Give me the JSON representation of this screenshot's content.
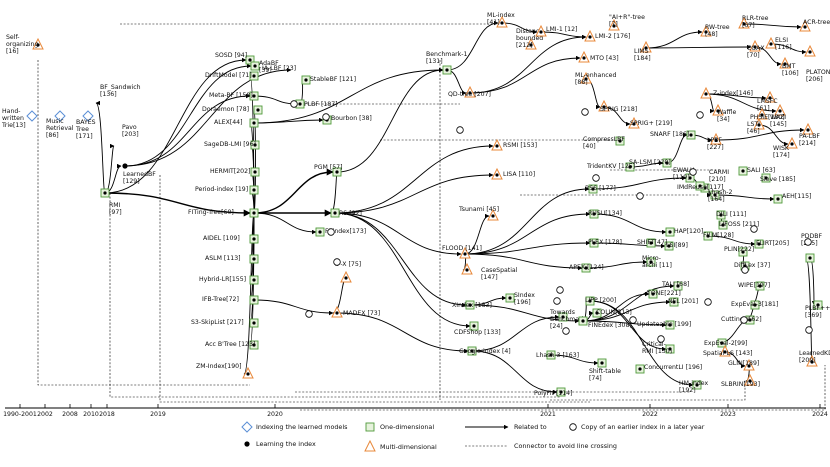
{
  "nodes": [
    {
      "id": "self",
      "label": "Self-\norganizing\n[16]",
      "kind": "multi"
    },
    {
      "id": "hw",
      "label": "Hand-\nwritten\nTrie[13]",
      "kind": "diamond"
    },
    {
      "id": "music",
      "label": "Music\nRetrieval\n[86]",
      "kind": "diamond"
    },
    {
      "id": "bayes",
      "label": "BAYES\nTree\n[171]",
      "kind": "diamond"
    },
    {
      "id": "bfsand",
      "label": "BF_Sandwich\n[136]",
      "kind": "none"
    },
    {
      "id": "pavo",
      "label": "Pavo\n[203]",
      "kind": "none"
    },
    {
      "id": "rmi",
      "label": "RMI\n[97]",
      "kind": "one"
    },
    {
      "id": "learnedbf",
      "label": "LearnedBF\n[129]",
      "kind": "dot"
    },
    {
      "id": "sosd",
      "label": "SOSD [94]",
      "kind": "one"
    },
    {
      "id": "adabf",
      "label": "AdaBF\n[39]",
      "kind": "one"
    },
    {
      "id": "driftmodel",
      "label": "DriftModel [71]",
      "kind": "one"
    },
    {
      "id": "metabf",
      "label": "Meta-BF [158]",
      "kind": "one"
    },
    {
      "id": "doraemon",
      "label": "Doraemon [78]",
      "kind": "one"
    },
    {
      "id": "alex",
      "label": "ALEX[44]",
      "kind": "one"
    },
    {
      "id": "sagedb",
      "label": "SageDB-LMI [96]",
      "kind": "one"
    },
    {
      "id": "hermit",
      "label": "HERMIT[202]",
      "kind": "one"
    },
    {
      "id": "period",
      "label": "Period-index [19]",
      "kind": "one"
    },
    {
      "id": "fiting",
      "label": "FITing-Tree[60]",
      "kind": "one"
    },
    {
      "id": "aidel",
      "label": "AIDEL [109]",
      "kind": "one"
    },
    {
      "id": "aslm",
      "label": "ASLM [113]",
      "kind": "one"
    },
    {
      "id": "hybridlr",
      "label": "Hybrid-LR[155]",
      "kind": "one"
    },
    {
      "id": "ifbtree",
      "label": "IFB-Tree[72]",
      "kind": "one"
    },
    {
      "id": "s3skip",
      "label": "S3-SkipList [217]",
      "kind": "one"
    },
    {
      "id": "accb",
      "label": "Acc B'Tree [123]",
      "kind": "one"
    },
    {
      "id": "zmindex",
      "label": "ZM-Index[190]",
      "kind": "multi"
    },
    {
      "id": "iaLbf",
      "label": "IA-LBF [23]",
      "kind": "none"
    },
    {
      "id": "stablebf",
      "label": "StableBF [121]",
      "kind": "one"
    },
    {
      "id": "plbf",
      "label": "PLBF [187]",
      "kind": "one"
    },
    {
      "id": "bourbon",
      "label": "Bourbon [38]",
      "kind": "one"
    },
    {
      "id": "pgm",
      "label": "PGM [57]",
      "kind": "one"
    },
    {
      "id": "rs",
      "label": "RS [92]",
      "kind": "one"
    },
    {
      "id": "fiindex",
      "label": "FI-index[173]",
      "kind": "one"
    },
    {
      "id": "ifx",
      "label": "IF-X [75]",
      "kind": "multi"
    },
    {
      "id": "madex",
      "label": "MADEX [73]",
      "kind": "multi"
    },
    {
      "id": "bench1",
      "label": "Benchmark-1\n[131]",
      "kind": "one"
    },
    {
      "id": "mlindex",
      "label": "ML-index\n[41]",
      "kind": "multi"
    },
    {
      "id": "qdtree",
      "label": "QD-tree [207]",
      "kind": "multi"
    },
    {
      "id": "distbound",
      "label": "Distance-\nbounded\n[212]",
      "kind": "multi"
    },
    {
      "id": "lmi1",
      "label": "LMI-1 [12]",
      "kind": "multi"
    },
    {
      "id": "lmi2",
      "label": "LMI-2 [176]",
      "kind": "multi"
    },
    {
      "id": "mto",
      "label": "MTO [43]",
      "kind": "multi"
    },
    {
      "id": "rsmi",
      "label": "RSMI [153]",
      "kind": "multi"
    },
    {
      "id": "lisa",
      "label": "LISA [110]",
      "kind": "multi"
    },
    {
      "id": "tsunami",
      "label": "Tsunami [45]",
      "kind": "multi"
    },
    {
      "id": "flood",
      "label": "FLOOD [141]",
      "kind": "multi"
    },
    {
      "id": "casespatial",
      "label": "CaseSpatial\n[147]",
      "kind": "multi"
    },
    {
      "id": "xindex",
      "label": "XIndex [183]",
      "kind": "one"
    },
    {
      "id": "sindex",
      "label": "SIndex\n[196]",
      "kind": "one"
    },
    {
      "id": "cdfshop",
      "label": "CDFShop [133]",
      "kind": "one"
    },
    {
      "id": "googleidx",
      "label": "Google-index [4]",
      "kind": "one"
    },
    {
      "id": "towardsbench",
      "label": "Towards\nBenchmark\n[24]",
      "kind": "one"
    },
    {
      "id": "finedex",
      "label": "FINEdex [308]",
      "kind": "one"
    },
    {
      "id": "lhash3",
      "label": "Lhash-3 [163]",
      "kind": "one"
    },
    {
      "id": "shifttable",
      "label": "Shift-table\n[74]",
      "kind": "one"
    },
    {
      "id": "polyfit",
      "label": "PolyFit [114]",
      "kind": "one"
    },
    {
      "id": "ai4r",
      "label": "\"AI+R\"-tree\n[7]",
      "kind": "multi"
    },
    {
      "id": "lims",
      "label": "LIMS\n[184]",
      "kind": "multi"
    },
    {
      "id": "rwtree",
      "label": "RW-tree\n[48]",
      "kind": "multi"
    },
    {
      "id": "mlenh",
      "label": "ML-enhanced\n[88]",
      "kind": "multi"
    },
    {
      "id": "sprig",
      "label": "SPRIG [218]",
      "kind": "multi"
    },
    {
      "id": "sprigplus",
      "label": "SPRIG+ [219]",
      "kind": "multi"
    },
    {
      "id": "compresslbf",
      "label": "CompressLBF\n[40]",
      "kind": "one"
    },
    {
      "id": "tridentkv",
      "label": "TridentKV [125]",
      "kind": "one"
    },
    {
      "id": "salsm",
      "label": "SA-LSM [220]",
      "kind": "one"
    },
    {
      "id": "snarf",
      "label": "SNARF [186]",
      "kind": "one"
    },
    {
      "id": "rss",
      "label": "RSS [177]",
      "kind": "one"
    },
    {
      "id": "ewalu",
      "label": "EWALU\n[119]",
      "kind": "one"
    },
    {
      "id": "rusu",
      "label": "RUSU[134]",
      "kind": "one"
    },
    {
      "id": "plex",
      "label": "PLEX [178]",
      "kind": "one"
    },
    {
      "id": "apex",
      "label": "APEX [124]",
      "kind": "one"
    },
    {
      "id": "lipp",
      "label": "LIPP [200]",
      "kind": "one"
    },
    {
      "id": "colin",
      "label": "COLIN[213]",
      "kind": "one"
    },
    {
      "id": "tali",
      "label": "TALI [68]",
      "kind": "one"
    },
    {
      "id": "tonic",
      "label": "TONE[221]",
      "kind": "one"
    },
    {
      "id": "nfl",
      "label": "NFL [201]",
      "kind": "one"
    },
    {
      "id": "updateable",
      "label": "Updateable [199]",
      "kind": "one"
    },
    {
      "id": "critrmi",
      "label": "Critical-\nRMI [130]",
      "kind": "one"
    },
    {
      "id": "concurrentli",
      "label": "ConcurrentLI [196]",
      "kind": "one"
    },
    {
      "id": "hmindex",
      "label": "HM-index\n[192]",
      "kind": "one"
    },
    {
      "id": "microarchi",
      "label": "Micro-\narchi [11]",
      "kind": "one"
    },
    {
      "id": "lsi",
      "label": "LSI[89]",
      "kind": "one"
    },
    {
      "id": "shift47",
      "label": "SHIFT[47]",
      "kind": "one"
    },
    {
      "id": "hap",
      "label": "HAP[120]",
      "kind": "one"
    },
    {
      "id": "carmi",
      "label": "CARMI\n[210]",
      "kind": "one"
    },
    {
      "id": "rlrtree",
      "label": "RLR-tree\n[67]",
      "kind": "multi"
    },
    {
      "id": "coax",
      "label": "COAX\n[70]",
      "kind": "multi"
    },
    {
      "id": "elsi",
      "label": "ELSI\n[116]",
      "kind": "multi"
    },
    {
      "id": "acrtree",
      "label": "ACR-tree [78]",
      "kind": "multi"
    },
    {
      "id": "bmt",
      "label": "BMT\n[106]",
      "kind": "multi"
    },
    {
      "id": "platon",
      "label": "PLATON\n[206]",
      "kind": "multi"
    },
    {
      "id": "zindex",
      "label": "Z-index[146]",
      "kind": "multi"
    },
    {
      "id": "waffle",
      "label": "Waffle\n[34]",
      "kind": "multi"
    },
    {
      "id": "lmsfc",
      "label": "LMSFC\n[61]",
      "kind": "multi"
    },
    {
      "id": "wazi",
      "label": "WAZI\n[145]",
      "kind": "multi"
    },
    {
      "id": "phsie",
      "label": "PHSIE[180]",
      "kind": "multi"
    },
    {
      "id": "lsti",
      "label": "LSTI\n[46]",
      "kind": "multi"
    },
    {
      "id": "palbf",
      "label": "PA-LBF\n[214]",
      "kind": "multi"
    },
    {
      "id": "wisk",
      "label": "WISK\n[174]",
      "kind": "multi"
    },
    {
      "id": "lpbf",
      "label": "LPBF\n[227]",
      "kind": "multi"
    },
    {
      "id": "sali",
      "label": "SALI [63]",
      "kind": "one"
    },
    {
      "id": "sieve",
      "label": "Sieve [185]",
      "kind": "one"
    },
    {
      "id": "imdreuse",
      "label": "IMdReuse[117]",
      "kind": "one"
    },
    {
      "id": "lhash2",
      "label": "Lhash-2\n[164]",
      "kind": "one"
    },
    {
      "id": "aeh",
      "label": "AEH[115]",
      "kind": "one"
    },
    {
      "id": "dili",
      "label": "DILI [111]",
      "kind": "one"
    },
    {
      "id": "lifoss",
      "label": "LIFOSS [211]",
      "kind": "one"
    },
    {
      "id": "film",
      "label": "FILM[128]",
      "kind": "one"
    },
    {
      "id": "flirt",
      "label": "FLIRT[205]",
      "kind": "one"
    },
    {
      "id": "pllin",
      "label": "PLIN[222]",
      "kind": "one"
    },
    {
      "id": "diffLex",
      "label": "DiffLex [37]",
      "kind": "one"
    },
    {
      "id": "wipe",
      "label": "WIPE[197]",
      "kind": "one"
    },
    {
      "id": "expeval3",
      "label": "ExpEval-3[181]",
      "kind": "one"
    },
    {
      "id": "cuttinglI",
      "label": "CuttingLI[62]",
      "kind": "one"
    },
    {
      "id": "expeval2",
      "label": "ExpEval-2[99]",
      "kind": "one"
    },
    {
      "id": "spatialls",
      "label": "Spatial-LS [143]",
      "kind": "multi"
    },
    {
      "id": "glin",
      "label": "GLIN[189]",
      "kind": "multi"
    },
    {
      "id": "slbrin",
      "label": "SLBRIN[193]",
      "kind": "multi"
    },
    {
      "id": "learnedkd",
      "label": "LearnedKD\n[209]",
      "kind": "multi"
    },
    {
      "id": "pddbf",
      "label": "PDDBF\n[215]",
      "kind": "one"
    },
    {
      "id": "plbfpp",
      "label": "PLBF++\n[369]",
      "kind": "one"
    }
  ],
  "timeline": {
    "ticks": [
      "1990-2001",
      "2002",
      "2008",
      "2010",
      "2018",
      "2019",
      "2020",
      "2021",
      "2022",
      "2023",
      "2024"
    ]
  },
  "legend": {
    "diamond": "Indexing the learned models",
    "dot": "Learning the index",
    "one": "One-dimensional",
    "multi": "Multi-dimensional",
    "related": "Related to",
    "copy": "Copy of an earlier index in a later year",
    "connector": "Connector to avoid line crossing"
  },
  "colors": {
    "diamond": "#5b8fd6",
    "one_border": "#4f9a3a",
    "one_fill": "#e6f2dc",
    "multi": "#e8883a",
    "line": "#000000"
  }
}
